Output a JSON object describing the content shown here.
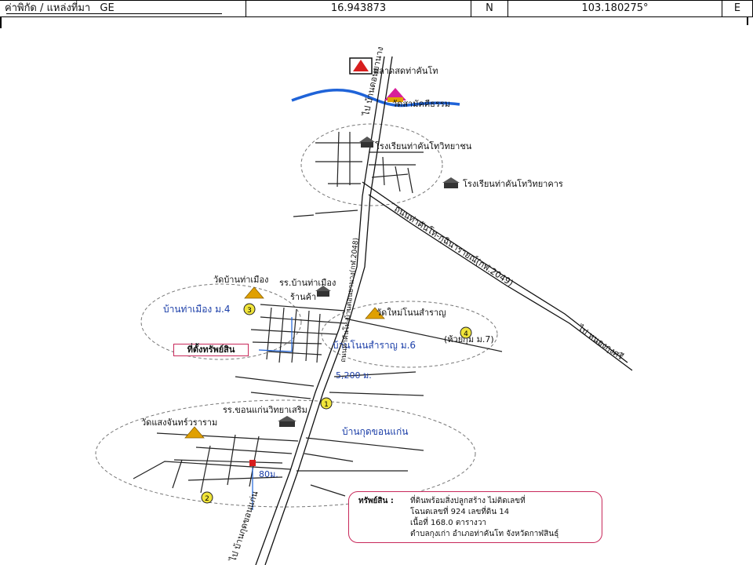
{
  "coords": {
    "label": "ค่าพิกัด / แหล่งที่มา",
    "source": "GE",
    "latitude": "16.943873",
    "lat_dir": "N",
    "longitude": "103.180275°",
    "lon_dir": "E"
  },
  "places": {
    "market": "ตลาดสดท่าคันโท",
    "temple_samakkhi": "วัดสามัคคีธรรม",
    "school_tkt_kindergarten": "โรงเรียนท่าคันโทวิทยาชน",
    "school_tkt_witthayakhan": "โรงเรียนท่าคันโทวิทยาคาร",
    "temple_banthamuang": "วัดบ้านท่าเมือง",
    "school_banthamuang": "รร.บ้านท่าเมือง",
    "shop": "ร้านค้า",
    "temple_nonsaran": "วัดใหม่โนนสำราญ",
    "school_khonkaen": "รร.ขอนแก่นวิทยาเสริม",
    "temple_saengchan": "วัดแสงจันทร์วราราม"
  },
  "villages": {
    "tha_muang": "บ้านท่าเมือง ม.4",
    "non_samran": "บ้านโนนสำราญ ม.6",
    "kut_khonkaen": "บ้านกุดขอนแก่น"
  },
  "roads": {
    "north_to": "ไป บ้านดอนยานาง",
    "diagonal": "ถนนท่าคันโท-กุฉินารายณ์(กฬ.2049)",
    "northeast_to": "ไป หนองกุงศรี",
    "main_road": "ถนนท่าคันโท-บ้านดอนยานาง(กฬ.2048)",
    "south_to": "ไป บ้านกุดขอนแก่น",
    "east_to": "(ห้วยกุ่ม ม.7)"
  },
  "distances": {
    "d1": "5,200 ม.",
    "d2": "80ม."
  },
  "markers": [
    "1",
    "2",
    "3",
    "4"
  ],
  "property_label": "ที่ตั้งทรัพย์สิน",
  "info": {
    "key": "ทรัพย์สิน :",
    "line1": "ที่ดินพร้อมสิ่งปลูกสร้าง ไม่ติดเลขที่",
    "line2": "โฉนดเลขที่ 924 เลขที่ดิน 14",
    "line3": "เนื้อที่ 168.0 ตารางวา",
    "line4": "ตำบลกุงเก่า อำเภอท่าคันโท จังหวัดกาฬสินธุ์"
  },
  "colors": {
    "river": "#1f63d8",
    "border_pink": "#c8285a",
    "temple_gold": "#e0a000",
    "marker_yellow": "#f0e43a",
    "village_text": "#1b3ea8",
    "property_red": "#d81e1e"
  }
}
